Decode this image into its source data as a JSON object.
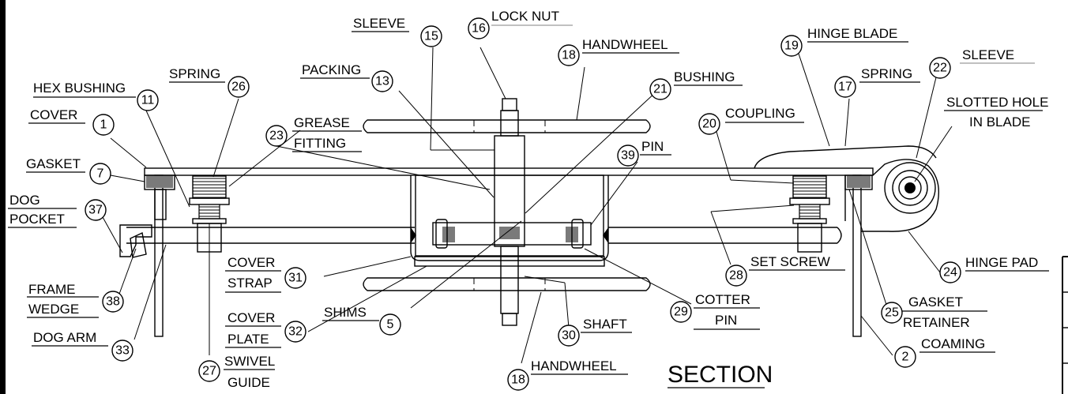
{
  "title": "SECTION",
  "parts": {
    "p1": {
      "num": "1",
      "lines": [
        "COVER"
      ]
    },
    "p2": {
      "num": "2",
      "lines": [
        "COAMING"
      ]
    },
    "p5": {
      "num": "5",
      "lines": [
        "SHIMS"
      ]
    },
    "p7": {
      "num": "7",
      "lines": [
        "GASKET"
      ]
    },
    "p11": {
      "num": "11",
      "lines": [
        "HEX BUSHING"
      ]
    },
    "p13": {
      "num": "13",
      "lines": [
        "PACKING"
      ]
    },
    "p15": {
      "num": "15",
      "lines": [
        "SLEEVE"
      ]
    },
    "p16": {
      "num": "16",
      "lines": [
        "LOCK NUT"
      ]
    },
    "p17": {
      "num": "17",
      "lines": [
        "SPRING"
      ]
    },
    "p18a": {
      "num": "18",
      "lines": [
        "HANDWHEEL"
      ]
    },
    "p18b": {
      "num": "18",
      "lines": [
        "HANDWHEEL"
      ]
    },
    "p19": {
      "num": "19",
      "lines": [
        "HINGE BLADE"
      ]
    },
    "p20": {
      "num": "20",
      "lines": [
        "COUPLING"
      ]
    },
    "p21": {
      "num": "21",
      "lines": [
        "BUSHING"
      ]
    },
    "p22": {
      "num": "22",
      "lines": [
        "SLEEVE"
      ]
    },
    "p23": {
      "num": "23",
      "lines": [
        "GREASE",
        "FITTING"
      ]
    },
    "p24": {
      "num": "24",
      "lines": [
        "HINGE PAD"
      ]
    },
    "p25": {
      "num": "25",
      "lines": [
        "GASKET",
        "RETAINER"
      ]
    },
    "p26": {
      "num": "26",
      "lines": [
        "SPRING"
      ]
    },
    "p27": {
      "num": "27",
      "lines": [
        "SWIVEL",
        "GUIDE"
      ]
    },
    "p28": {
      "num": "28",
      "lines": [
        "SET SCREW"
      ]
    },
    "p29": {
      "num": "29",
      "lines": [
        "COTTER",
        "PIN"
      ]
    },
    "p30": {
      "num": "30",
      "lines": [
        "SHAFT"
      ]
    },
    "p31": {
      "num": "31",
      "lines": [
        "COVER",
        "STRAP"
      ]
    },
    "p32": {
      "num": "32",
      "lines": [
        "COVER",
        "PLATE"
      ]
    },
    "p33": {
      "num": "33",
      "lines": [
        "DOG ARM"
      ]
    },
    "p37": {
      "num": "37",
      "lines": [
        "DOG",
        "POCKET"
      ]
    },
    "p38": {
      "num": "38",
      "lines": [
        "FRAME",
        "WEDGE"
      ]
    },
    "p39": {
      "num": "39",
      "lines": [
        "PIN"
      ]
    },
    "slot": {
      "lines": [
        "SLOTTED HOLE",
        "IN BLADE"
      ]
    }
  }
}
